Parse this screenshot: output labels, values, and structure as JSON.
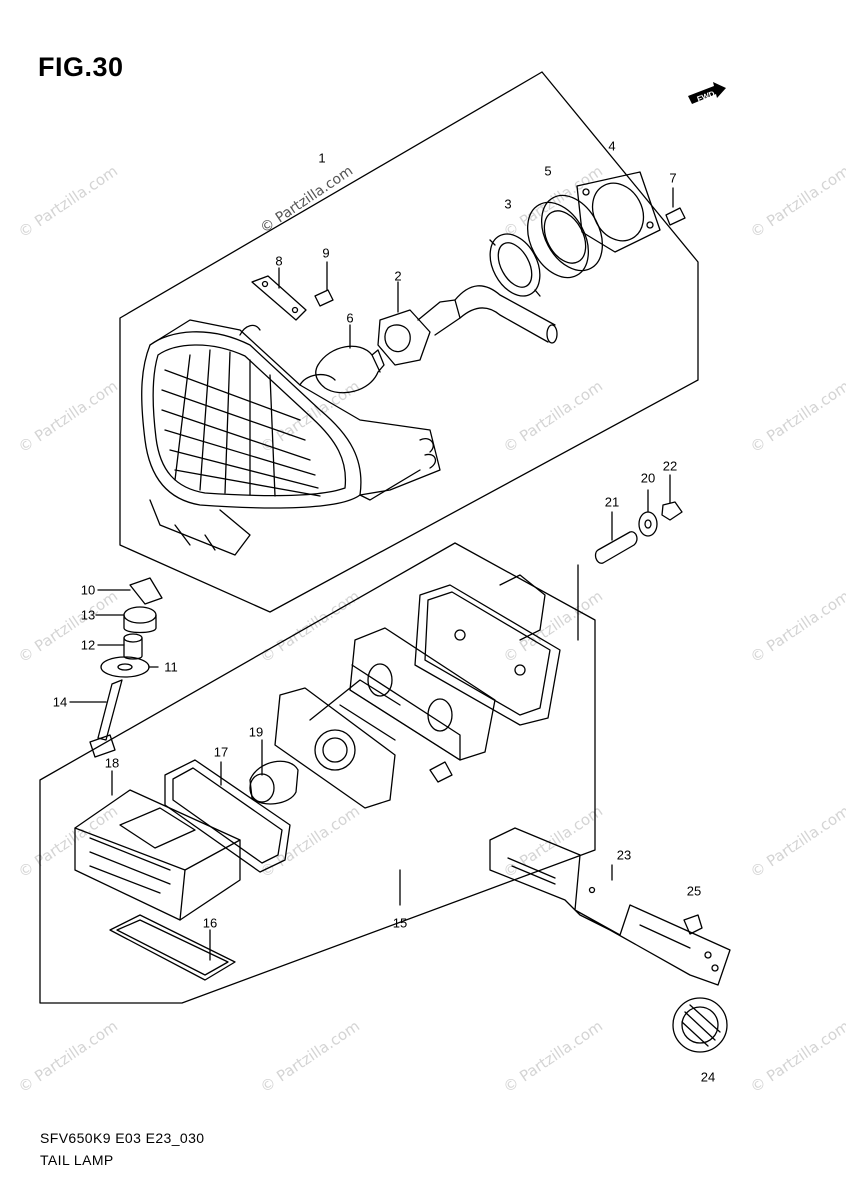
{
  "figure": {
    "title": "FIG.30"
  },
  "watermark": {
    "text": "© Partzilla.com"
  },
  "direction_marker": {
    "text": "FWD"
  },
  "callouts": {
    "c1": "1",
    "c2": "2",
    "c3": "3",
    "c4": "4",
    "c5": "5",
    "c6": "6",
    "c7": "7",
    "c8": "8",
    "c9": "9",
    "c10": "10",
    "c11": "11",
    "c12": "12",
    "c13": "13",
    "c14": "14",
    "c15": "15",
    "c16": "16",
    "c17": "17",
    "c18": "18",
    "c19": "19",
    "c20": "20",
    "c21": "21",
    "c22": "22",
    "c23": "23",
    "c24": "24",
    "c25": "25"
  },
  "footer": {
    "code": "SFV650K9 E03 E23_030",
    "name": "TAIL LAMP"
  }
}
